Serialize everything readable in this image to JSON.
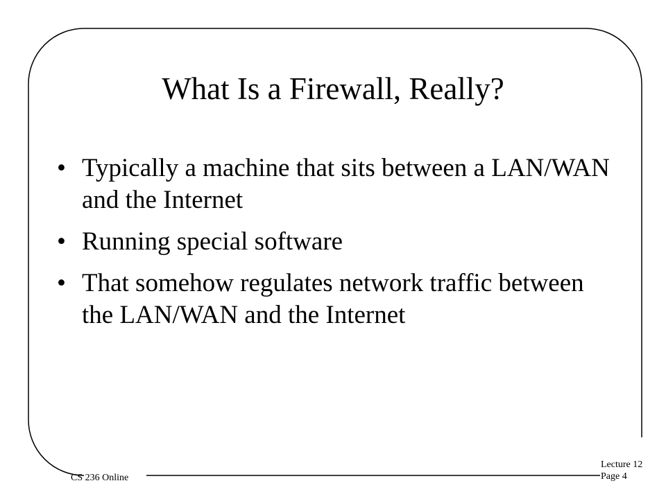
{
  "slide": {
    "title": "What Is a Firewall, Really?",
    "bullet_mark": "•",
    "bullets": [
      "Typically a machine that sits between a LAN/WAN and the Internet",
      "Running special software",
      "That somehow regulates network traffic between the LAN/WAN and the Internet"
    ]
  },
  "footer": {
    "course": "CS 236 Online",
    "lecture": "Lecture 12",
    "page": "Page 4"
  }
}
